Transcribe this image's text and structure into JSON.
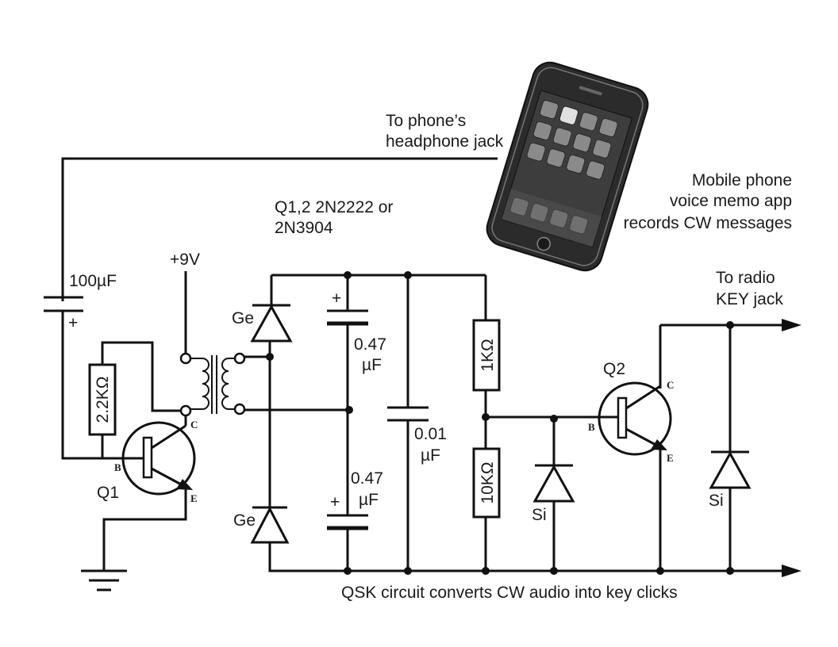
{
  "labels": {
    "phone_jack": [
      "To phone’s",
      "headphone jack"
    ],
    "mobile": [
      "Mobile phone",
      "voice memo app",
      "records CW messages"
    ],
    "transistors": [
      "Q1,2 2N2222 or",
      "2N3904"
    ],
    "supply": "+9V",
    "cap_100": "100µF",
    "plus": "+",
    "r_2k2": "2.2KΩ",
    "r_1k": "1KΩ",
    "r_10k": "10KΩ",
    "q1": "Q1",
    "q2": "Q2",
    "pin_b": "B",
    "pin_c": "C",
    "pin_e": "E",
    "ge": "Ge",
    "si": "Si",
    "cap_047": [
      "0.47",
      "µF"
    ],
    "cap_001": [
      "0.01",
      "µF"
    ],
    "radio_key": [
      "To radio",
      "KEY jack"
    ],
    "caption": "QSK circuit converts CW audio into key clicks"
  },
  "colors": {
    "ink": "#111111",
    "background": "#ffffff",
    "phone_body": "#2b2b2b",
    "phone_screen": "#3a3a3a"
  },
  "icons": [
    "phone-icon",
    "ground-icon",
    "arrow-right-icon"
  ]
}
